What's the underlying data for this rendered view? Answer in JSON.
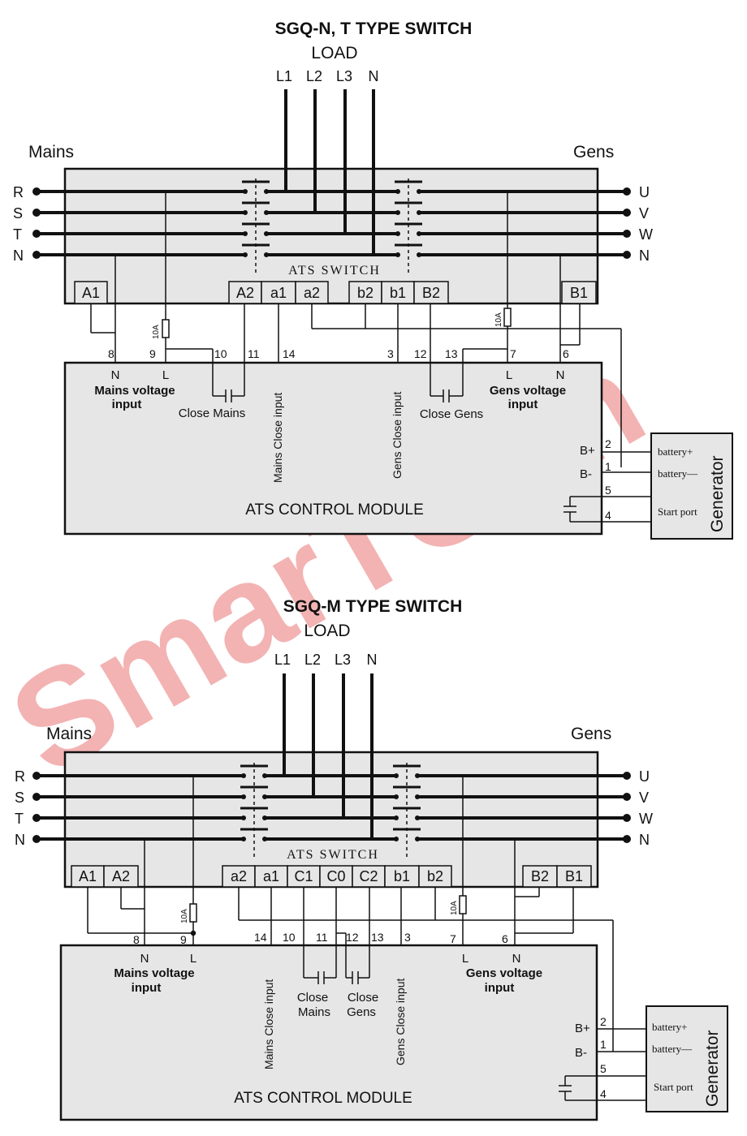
{
  "watermark": {
    "text": "SmarTGen",
    "color_left": "#f2a6a6",
    "color_right": "#bdbdbd"
  },
  "diagram_top": {
    "title": "SGQ-N, T TYPE SWITCH",
    "load": "LOAD",
    "load_phases": [
      "L1",
      "L2",
      "L3",
      "N"
    ],
    "mains_label": "Mains",
    "gens_label": "Gens",
    "mains_phases": [
      "R",
      "S",
      "T",
      "N"
    ],
    "gens_phases": [
      "U",
      "V",
      "W",
      "N"
    ],
    "ats_switch": "ATS SWITCH",
    "terminals": [
      "A1",
      "A2",
      "a1",
      "a2",
      "b2",
      "b1",
      "B2",
      "B1"
    ],
    "fuse_left": "10A",
    "fuse_right": "10A",
    "numbers": [
      "8",
      "9",
      "10",
      "11",
      "14",
      "3",
      "12",
      "13",
      "7",
      "6"
    ],
    "mains_n": "N",
    "mains_l": "L",
    "mains_voltage_1": "Mains voltage",
    "mains_voltage_2": "input",
    "close_mains": "Close Mains",
    "mains_close_input": "Mains Close input",
    "gens_close_input": "Gens Close input",
    "close_gens": "Close Gens",
    "gens_l": "L",
    "gens_n": "N",
    "gens_voltage_1": "Gens voltage",
    "gens_voltage_2": "input",
    "b_plus": "B+",
    "b_minus": "B-",
    "port_nums": [
      "2",
      "1",
      "5",
      "4"
    ],
    "battery_plus": "battery+",
    "battery_minus": "battery—",
    "start_port": "Start port",
    "generator": "Generator",
    "module": "ATS CONTROL MODULE"
  },
  "diagram_bottom": {
    "title": "SGQ-M TYPE SWITCH",
    "load": "LOAD",
    "load_phases": [
      "L1",
      "L2",
      "L3",
      "N"
    ],
    "mains_label": "Mains",
    "gens_label": "Gens",
    "mains_phases": [
      "R",
      "S",
      "T",
      "N"
    ],
    "gens_phases": [
      "U",
      "V",
      "W",
      "N"
    ],
    "ats_switch": "ATS SWITCH",
    "terminals": [
      "A1",
      "A2",
      "a2",
      "a1",
      "C1",
      "C0",
      "C2",
      "b1",
      "b2",
      "B2",
      "B1"
    ],
    "fuse_left": "10A",
    "fuse_right": "10A",
    "numbers": [
      "8",
      "9",
      "14",
      "10",
      "11",
      "12",
      "13",
      "3",
      "7",
      "6"
    ],
    "mains_n": "N",
    "mains_l": "L",
    "mains_voltage_1": "Mains voltage",
    "mains_voltage_2": "input",
    "mains_close_input": "Mains Close input",
    "close_mains_1": "Close",
    "close_mains_2": "Mains",
    "close_gens_1": "Close",
    "close_gens_2": "Gens",
    "gens_close_input": "Gens Close input",
    "gens_l": "L",
    "gens_n": "N",
    "gens_voltage_1": "Gens voltage",
    "gens_voltage_2": "input",
    "b_plus": "B+",
    "b_minus": "B-",
    "port_nums": [
      "2",
      "1",
      "5",
      "4"
    ],
    "battery_plus": "battery+",
    "battery_minus": "battery—",
    "start_port": "Start port",
    "generator": "Generator",
    "module": "ATS CONTROL MODULE"
  }
}
